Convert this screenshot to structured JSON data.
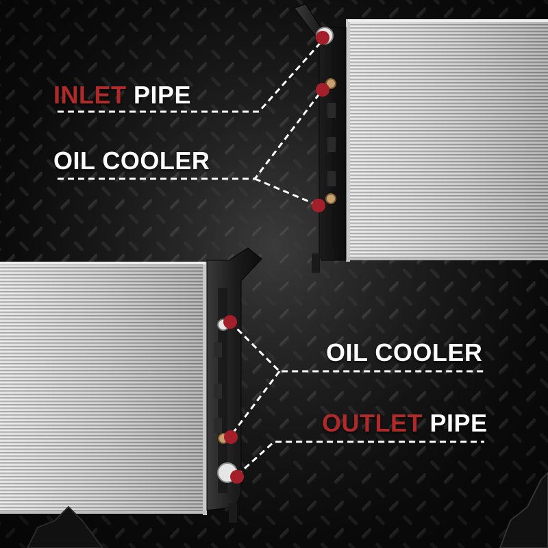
{
  "labels": {
    "inlet": {
      "accent": "INLET",
      "rest": " PIPE"
    },
    "oil_top": "OIL COOLER",
    "oil_bottom": "OIL COOLER",
    "outlet": {
      "accent": "OUTLET",
      "rest": " PIPE"
    }
  },
  "colors": {
    "accent": "#b02a2a",
    "text": "#ffffff",
    "background": "#151515",
    "marker": "#a3202a"
  },
  "icons": [
    "marker-dot",
    "diamond-plate-background",
    "radiator-core",
    "radiator-tank"
  ]
}
